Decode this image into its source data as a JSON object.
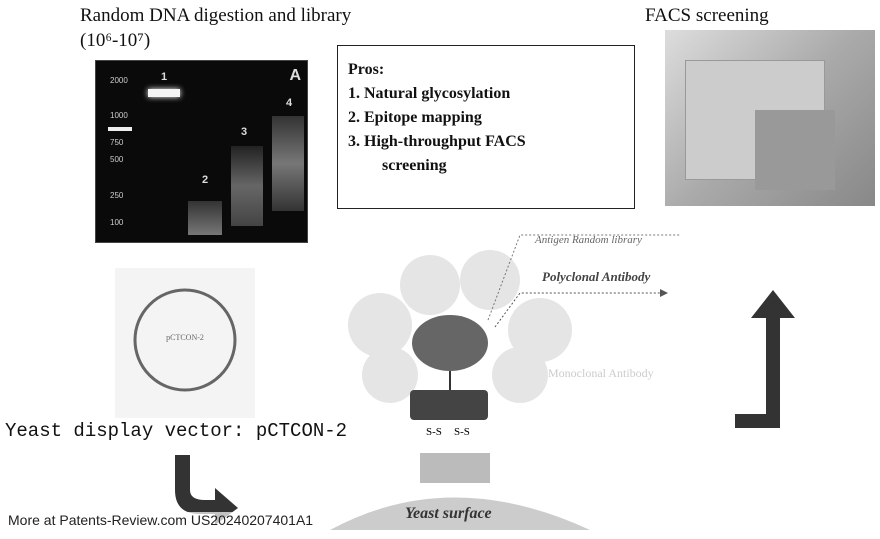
{
  "library_title": "Random DNA digestion and library",
  "library_range": "(10⁶-10⁷)",
  "gel": {
    "panel_label": "A",
    "ladder": [
      "2000",
      "1000",
      "750",
      "500",
      "250",
      "100"
    ],
    "lanes": [
      "1",
      "2",
      "3",
      "4"
    ]
  },
  "pros": {
    "heading": "Pros:",
    "items": [
      "1.  Natural glycosylation",
      "2.  Epitope mapping",
      "3.  High-throughput FACS",
      "screening"
    ]
  },
  "facs_title": "FACS screening",
  "vector": {
    "caption": "Yeast display vector: pCTCON-2",
    "center_label": "pCTCON-2"
  },
  "diagram": {
    "antigen_label": "Antigen Random library",
    "polyclonal_label": "Polyclonal Antibody",
    "monoclonal_label": "Monoclonal Antibody",
    "ss1": "S-S",
    "ss2": "S-S",
    "yeast_label": "Yeast    surface"
  },
  "footer": "More at Patents-Review.com US20240207401A1"
}
